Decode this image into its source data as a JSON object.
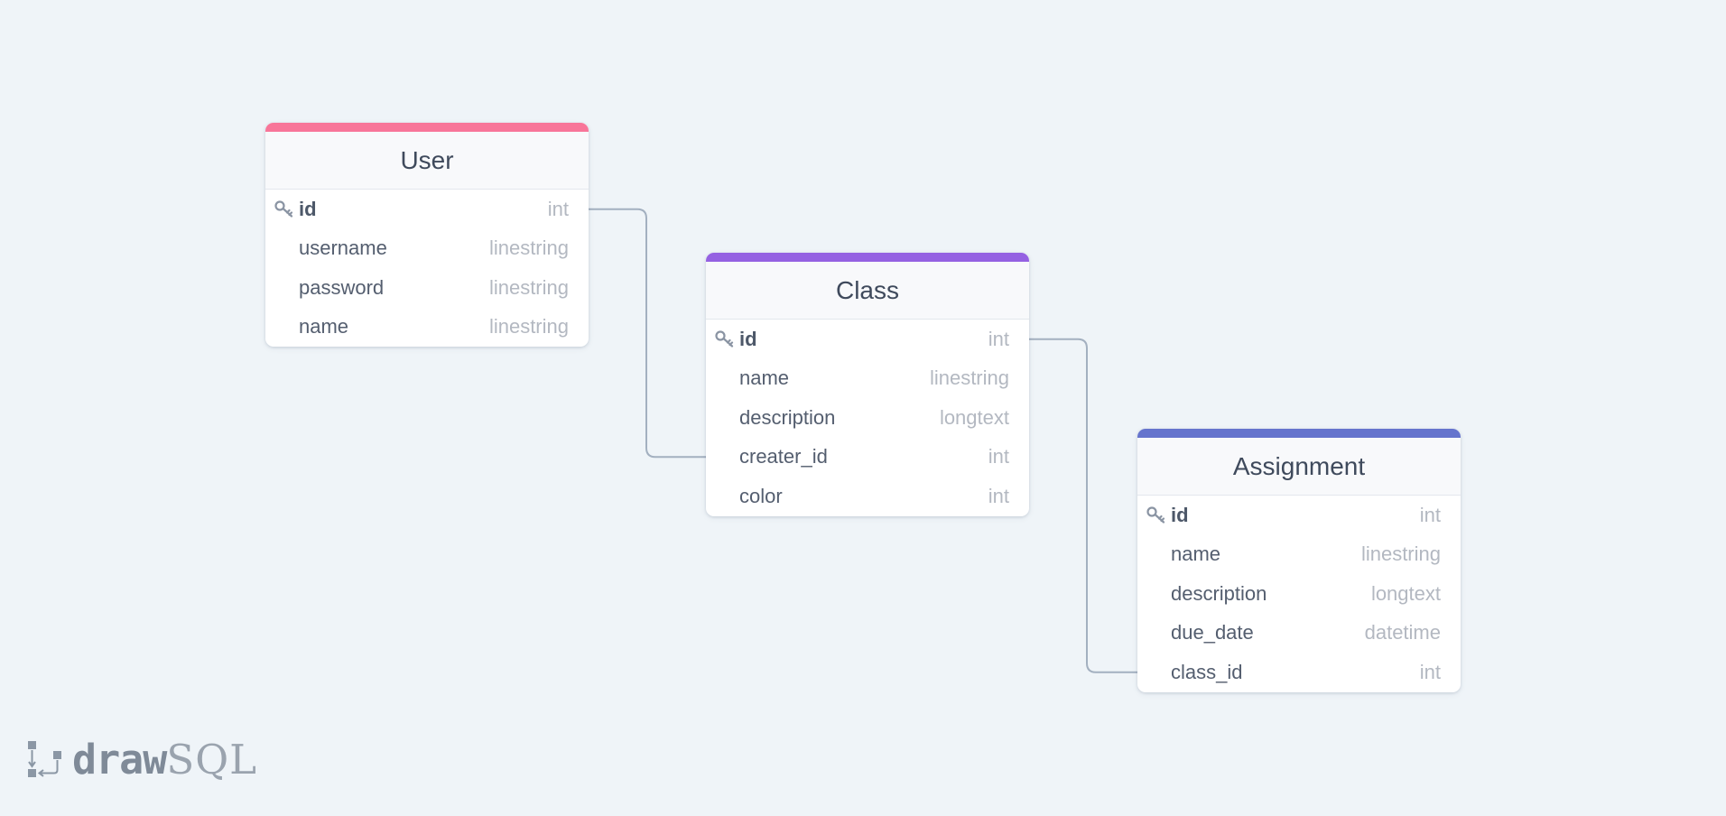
{
  "app": "drawSQL",
  "logo": {
    "bold": "draw",
    "light": "SQL"
  },
  "tables": [
    {
      "name": "User",
      "accent": "#f87599",
      "columns": [
        {
          "name": "id",
          "type": "int",
          "primary": true
        },
        {
          "name": "username",
          "type": "linestring"
        },
        {
          "name": "password",
          "type": "linestring"
        },
        {
          "name": "name",
          "type": "linestring"
        }
      ]
    },
    {
      "name": "Class",
      "accent": "#9561e2",
      "columns": [
        {
          "name": "id",
          "type": "int",
          "primary": true
        },
        {
          "name": "name",
          "type": "linestring"
        },
        {
          "name": "description",
          "type": "longtext"
        },
        {
          "name": "creater_id",
          "type": "int"
        },
        {
          "name": "color",
          "type": "int"
        }
      ]
    },
    {
      "name": "Assignment",
      "accent": "#6574cd",
      "columns": [
        {
          "name": "id",
          "type": "int",
          "primary": true
        },
        {
          "name": "name",
          "type": "linestring"
        },
        {
          "name": "description",
          "type": "longtext"
        },
        {
          "name": "due_date",
          "type": "datetime"
        },
        {
          "name": "class_id",
          "type": "int"
        }
      ]
    }
  ],
  "relations": [
    {
      "from": "User.id",
      "to": "Class.creater_id"
    },
    {
      "from": "Class.id",
      "to": "Assignment.class_id"
    }
  ],
  "colors": {
    "background": "#eff4f8",
    "connector": "#a3b0c0",
    "key_icon": "#8a94a3"
  }
}
